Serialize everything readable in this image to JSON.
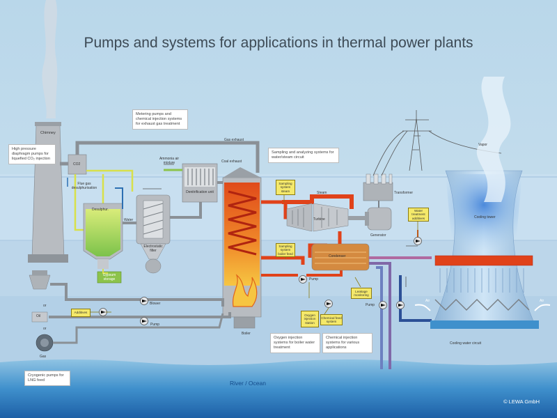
{
  "title": "Pumps and systems for applications in thermal power plants",
  "info_boxes": {
    "metering": "Metering pumps and chemical injection systems for exhaust gas treatment",
    "high_pressure": "High pressure diaphragm pumps for liquefied CO₂ injection",
    "sampling": "Sampling and analyzing systems for water/steam circuit",
    "oxygen": "Oxygen injection systems for boiler water treatment",
    "chemical": "Chemical injection systems for various applications",
    "cryogenic": "Cryogenic pumps for LNG feed"
  },
  "labels": {
    "chimney": "Chimney",
    "co2": "CO2",
    "flue_gas": "Flue gas desulphurisation",
    "desulphur": "Desulphur.",
    "water": "Water",
    "gypsum": "Gypsum storage",
    "electrostatic": "Electrostatic filter",
    "gas_exhaust": "Gas exhaust",
    "coal_exhaust": "Coal exhaust",
    "ammonia": "Ammonia air mixture",
    "denitrification": "Denitrification unit",
    "steam": "Steam",
    "turbine": "Turbine",
    "generator": "Generator",
    "transformer": "Transformer",
    "vapor": "Vapor",
    "cooling_tower": "Cooling tower",
    "condenser": "Condenser",
    "pump": "Pump",
    "blower": "Blower",
    "boiler": "Boiler",
    "air": "Air",
    "or": "or",
    "oil": "Oil",
    "gas": "Gas",
    "cooling_water": "Cooling water circuit"
  },
  "yellow_boxes": {
    "sampling_steam": "Sampling system steam",
    "sampling_boiler": "Sampling system boiler feed",
    "water_treatment": "Water treatment additives",
    "leakage": "Leakage monitoring",
    "oxygen_station": "Oxygen injection station",
    "chemical_feed": "Chemical feed system",
    "additives": "Additives"
  },
  "river": "River / Ocean",
  "copyright": "© LEWA GmbH"
}
